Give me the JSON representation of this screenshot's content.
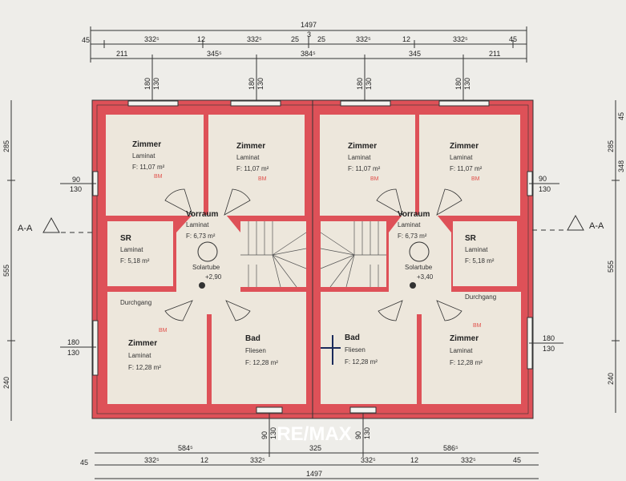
{
  "title": "Grundriss Doppelhaus",
  "colors": {
    "wall": "#de5158",
    "room": "#ede7dc",
    "paper": "#eeede9"
  },
  "dims_top": {
    "total": "1497",
    "row2": [
      "45",
      "332⁵",
      "12",
      "332⁵",
      "25",
      "3",
      "25",
      "332⁵",
      "12",
      "332⁵",
      "45"
    ],
    "row3": [
      "211",
      "345⁵",
      "384⁵",
      "345",
      "211"
    ]
  },
  "dims_bottom": {
    "row1": [
      "584⁵",
      "325",
      "586⁵"
    ],
    "row2": [
      "45",
      "332⁵",
      "12",
      "332⁵",
      "332⁵",
      "12",
      "332⁵",
      "45"
    ],
    "total": "1497"
  },
  "dims_left": [
    "285",
    "555",
    "240"
  ],
  "dims_right": [
    "285",
    "555",
    "240"
  ],
  "dims_right_outer": [
    "45",
    "348"
  ],
  "windows": {
    "top": [
      {
        "a": "180",
        "b": "130"
      },
      {
        "a": "180",
        "b": "130"
      },
      {
        "a": "180",
        "b": "130"
      },
      {
        "a": "180",
        "b": "130"
      }
    ],
    "side_upper": {
      "a": "90",
      "b": "130"
    },
    "side_lower": {
      "a": "180",
      "b": "130"
    },
    "bottom": {
      "a": "90",
      "b": "130"
    }
  },
  "section_marker": "A-A",
  "bm": "BM",
  "units": [
    {
      "rooms": [
        {
          "name": "Zimmer",
          "floor": "Laminat",
          "area": "F: 11,07 m²"
        },
        {
          "name": "Zimmer",
          "floor": "Laminat",
          "area": "F: 11,07 m²"
        },
        {
          "name": "Vorraum",
          "floor": "Laminat",
          "area": "F:  6,73 m²"
        },
        {
          "name": "SR",
          "floor": "Laminat",
          "area": "F: 5,18 m²"
        },
        {
          "name": "Zimmer",
          "floor": "Laminat",
          "area": "F: 12,28 m²"
        },
        {
          "name": "Bad",
          "floor": "Fliesen",
          "area": "F: 12,28 m²"
        }
      ],
      "solartube": "Solartube",
      "level": "+2,90",
      "passage": "Durchgang"
    },
    {
      "rooms": [
        {
          "name": "Zimmer",
          "floor": "Laminat",
          "area": "F: 11,07 m²"
        },
        {
          "name": "Zimmer",
          "floor": "Laminat",
          "area": "F: 11,07 m²"
        },
        {
          "name": "Vorraum",
          "floor": "Laminat",
          "area": "F:  6,73 m²"
        },
        {
          "name": "SR",
          "floor": "Laminat",
          "area": "F: 5,18 m²"
        },
        {
          "name": "Zimmer",
          "floor": "Laminat",
          "area": "F: 12,28 m²"
        },
        {
          "name": "Bad",
          "floor": "Fliesen",
          "area": "F: 12,28 m²"
        }
      ],
      "solartube": "Solartube",
      "level": "+3,40",
      "passage": "Durchgang"
    }
  ],
  "watermark": "RE/MAX"
}
